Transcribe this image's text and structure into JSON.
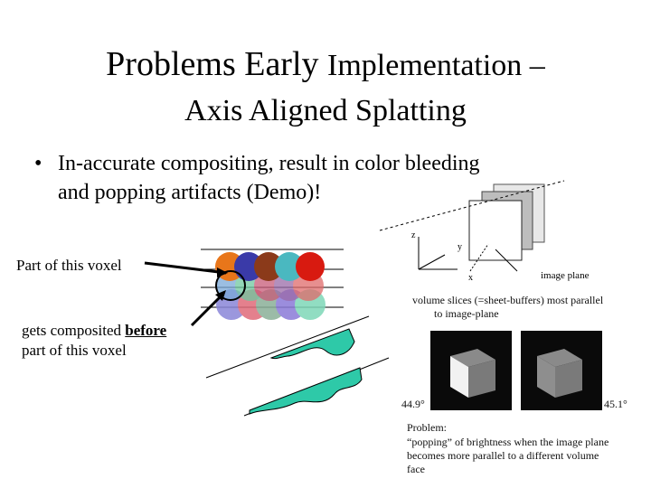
{
  "title": {
    "line1_a": "Problems Early ",
    "line1_b": "Implementation –",
    "line2": "Axis Aligned Splatting"
  },
  "bullet": {
    "marker": "•",
    "text_line1": "In-accurate compositing, result in color bleeding",
    "text_line2": "and popping artifacts (Demo)!"
  },
  "labels": {
    "part_of_voxel": "Part of this voxel",
    "gets_composited_prefix": "gets composited ",
    "gets_composited_emph": "before",
    "part_of_voxel_2": "part of this voxel"
  },
  "slices_diagram": {
    "axis_z": "z",
    "axis_y": "y",
    "axis_x": "x",
    "image_plane": "image plane",
    "caption_line1": "volume slices (=sheet-buffers) most parallel",
    "caption_line2": "to image-plane"
  },
  "cube_demo": {
    "angle_left": "44.9°",
    "angle_right": "45.1°",
    "problem_title": "Problem:",
    "problem_line1": "“popping” of brightness when the image plane",
    "problem_line2": "becomes more parallel to a different volume",
    "problem_line3": "face"
  },
  "colors": {
    "row1": [
      "#e8761a",
      "#3a3aa8",
      "#8b3a1a",
      "#4ab8c0",
      "#d81a10"
    ],
    "row2": [
      "#7aa8d8",
      "#6fc8a0",
      "#c85a78",
      "#9a6aa8",
      "#e06a6a"
    ],
    "row3": [
      "#8a86d8",
      "#e06a7a",
      "#8ab098",
      "#8a7ad8",
      "#7ed8b8"
    ],
    "teal_fill": "#2ec9a8"
  }
}
